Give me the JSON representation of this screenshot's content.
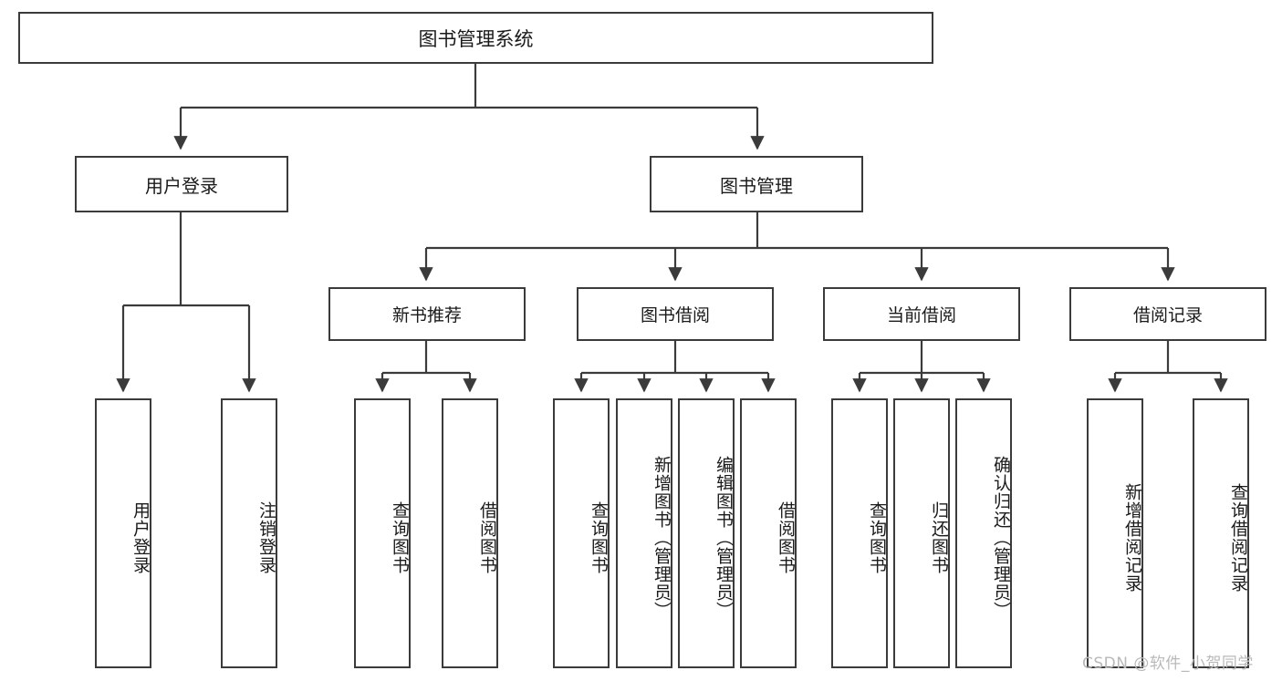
{
  "diagram": {
    "title": "图书管理系统",
    "watermark": "CSDN @软件_小贺同学",
    "theme": {
      "background": "#ffffff",
      "box_border": "#3b3b3b",
      "box_fill": "#ffffff",
      "edge_color": "#3b3b3b",
      "text_color": "#1a1a1a",
      "watermark_color": "#b9b9b9"
    },
    "nodes": {
      "root": {
        "label": "图书管理系统"
      },
      "level2": [
        {
          "label": "用户登录"
        },
        {
          "label": "图书管理"
        }
      ],
      "level3": [
        {
          "label": "新书推荐"
        },
        {
          "label": "图书借阅"
        },
        {
          "label": "当前借阅"
        },
        {
          "label": "借阅记录"
        }
      ],
      "leaves": {
        "user_login": [
          {
            "label": "用户登录"
          },
          {
            "label": "注销登录"
          }
        ],
        "new_book_recommend": [
          {
            "label": "查询图书"
          },
          {
            "label": "借阅图书"
          }
        ],
        "book_borrow": [
          {
            "label": "查询图书"
          },
          {
            "label": "新增图书（管理员）"
          },
          {
            "label": "编辑图书（管理员）"
          },
          {
            "label": "借阅图书"
          }
        ],
        "current_borrow": [
          {
            "label": "查询图书"
          },
          {
            "label": "归还图书"
          },
          {
            "label": "确认归还（管理员）"
          }
        ],
        "borrow_records": [
          {
            "label": "新增借阅记录"
          },
          {
            "label": "查询借阅记录"
          }
        ]
      }
    }
  }
}
